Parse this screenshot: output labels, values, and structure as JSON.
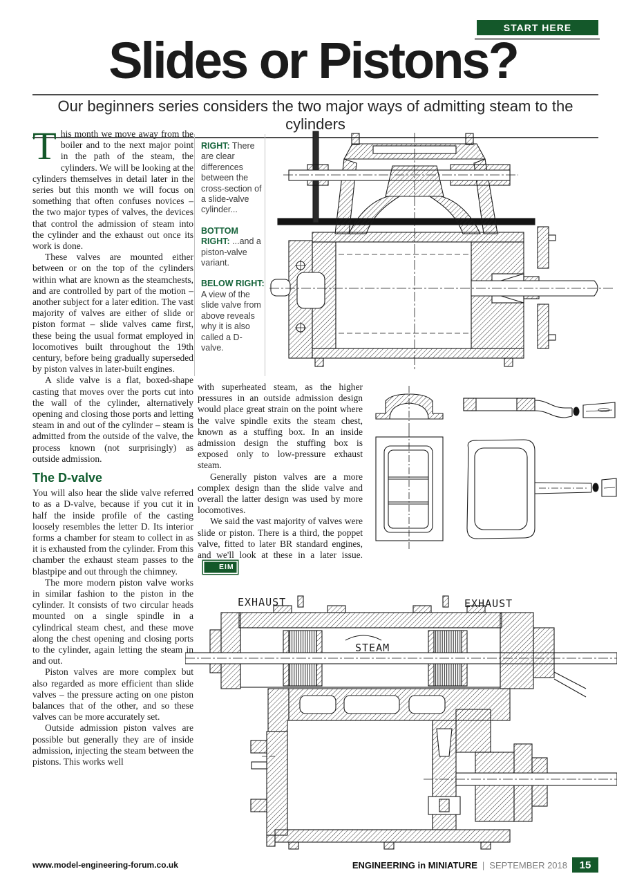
{
  "colors": {
    "green": "#14582a",
    "rule_gray": "#4c4c4c"
  },
  "header": {
    "start_here": "START HERE",
    "title": "Slides or Pistons?",
    "subtitle": "Our beginners series considers the two major ways of admitting steam to the cylinders"
  },
  "article": {
    "dropcap": "T",
    "p1": "his month we move away from the boiler and to the next major point in the path of the steam, the cylinders. We will be looking at the cylinders themselves in detail later in the series but this month we will focus on something that often confuses novices – the two major types of valves, the devices that control the admission of steam into the cylinder and the exhaust out once its work is done.",
    "p2": "These valves are mounted either between or on the top of the cylinders within what are known as the steamchests, and are controlled by part of the motion – another subject for a later edition. The vast majority of valves are either of slide or piston format – slide valves came first, these being the usual format employed in locomotives built throughout the 19th century, before being gradually superseded by piston valves in later-built engines.",
    "p3": "A slide valve is a flat, boxed-shape casting that moves over the ports cut into the wall of the cylinder, alternatively opening and closing those ports and letting steam in and out of the cylinder – steam is admitted from the outside of the valve, the process known (not surprisingly) as outside admission.",
    "heading": "The D-valve",
    "p4": "You will also hear the slide valve referred to as a D-valve, because if you cut it in half the inside profile of the casting loosely resembles the letter D. Its interior forms a chamber for steam to collect in as it is exhausted from the cylinder. From this chamber the exhaust steam passes to the blastpipe and out through the chimney.",
    "p5": "The more modern piston valve works in similar fashion to the piston in the cylinder. It consists of two circular heads mounted on a single spindle in a cylindrical steam chest, and these move along the chest opening and closing ports to the cylinder, again letting the steam in and out.",
    "p6": "Piston valves are more complex but also regarded as more efficient than slide valves – the pressure acting on one piston balances that of the other, and so these valves can be more accurately set.",
    "p7": "Outside admission piston valves are possible but generally they are of inside admission, injecting the steam between the pistons. This works well",
    "p8": "with superheated steam, as the higher pressures in an outside admission design would place great strain on the point where the valve spindle exits the steam chest, known as a stuffing box. In an inside admission design the stuffing box is exposed only to low-pressure exhaust steam.",
    "p9": "Generally piston valves are a more complex design than the slide valve and overall the latter design was used by more locomotives.",
    "p10": "We said the vast majority of valves were slide or piston. There is a third, the poppet valve, fitted to later BR standard engines, and we'll look at these in a later issue.",
    "eim_badge": "EIM"
  },
  "captions": [
    {
      "label": "RIGHT:",
      "text": "There are clear differences between the cross-section of a slide-valve cylinder..."
    },
    {
      "label": "BOTTOM RIGHT:",
      "text": "...and a piston-valve variant."
    },
    {
      "label": "BELOW RIGHT:",
      "text": "A view of the slide valve from above reveals why it is also called a D-valve."
    }
  ],
  "figures": {
    "labels": {
      "exhaust_left": "EXHAUST",
      "exhaust_right": "EXHAUST",
      "steam": "STEAM"
    }
  },
  "footer": {
    "website": "www.model-engineering-forum.co.uk",
    "magazine": "ENGINEERING in MINIATURE",
    "separator": "|",
    "issue": "SEPTEMBER 2018",
    "page_number": "15"
  }
}
